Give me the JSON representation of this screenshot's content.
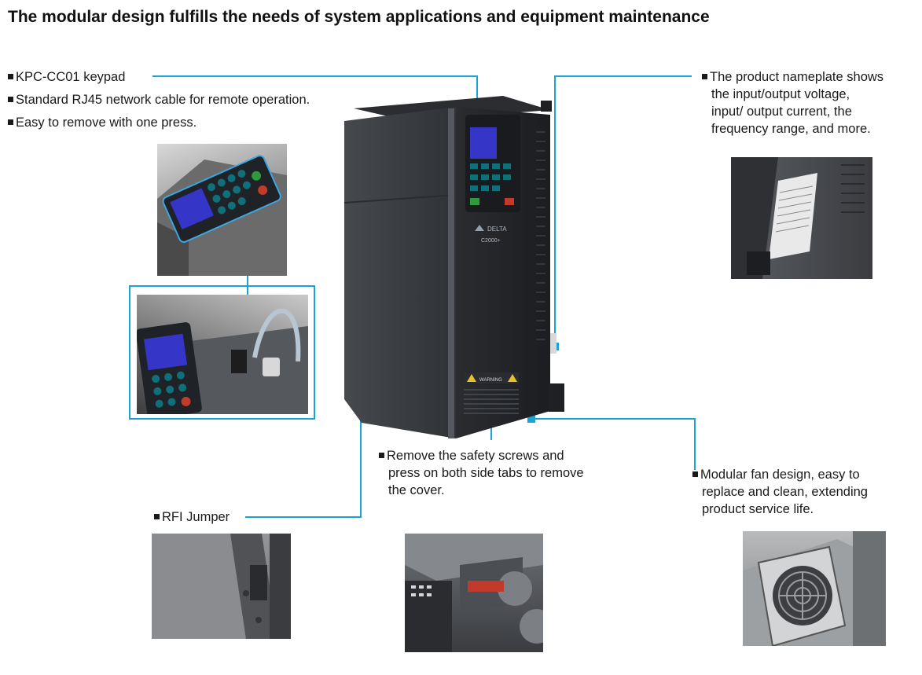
{
  "title": "The modular design fulfills the needs of system applications and equipment maintenance",
  "keypad_bullets": [
    "KPC-CC01 keypad",
    "Standard RJ45 network cable for remote operation.",
    "Easy to remove with one press."
  ],
  "nameplate_lines": [
    "The product nameplate shows",
    "the input/output voltage,",
    "input/ output current, the",
    "frequency range, and more."
  ],
  "cover_lines": [
    "Remove the safety screws and",
    "press on both side tabs to remove",
    "the cover."
  ],
  "fan_lines": [
    "Modular fan design, easy to",
    "replace and clean, extending",
    "product service life."
  ],
  "rfi_label": "RFI Jumper",
  "product": {
    "brand": "DELTA",
    "model": "C2000+",
    "warning_label": "WARNING"
  },
  "colors": {
    "callout_line": "#1ba3d6",
    "drive_body": "#3a3d42",
    "lcd": "#3535c8"
  }
}
